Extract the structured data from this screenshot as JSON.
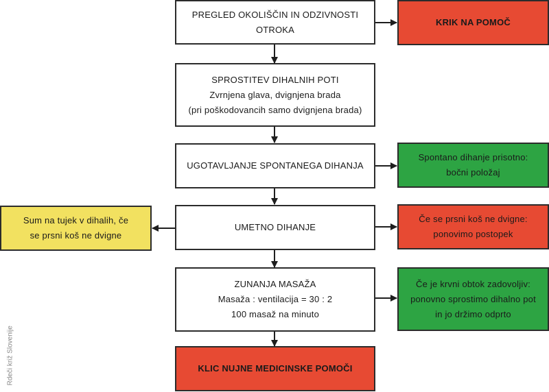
{
  "flowchart": {
    "main_steps": [
      {
        "id": "assess",
        "lines": [
          "PREGLED OKOLIŠČIN IN ODZIVNOSTI OTROKA"
        ]
      },
      {
        "id": "airway",
        "lines": [
          "SPROSTITEV DIHALNIH POTI",
          "Zvrnjena glava, dvignjena brada",
          "(pri poškodovancih samo dvignjena brada)"
        ]
      },
      {
        "id": "breathing",
        "lines": [
          "UGOTAVLJANJE SPONTANEGA DIHANJA"
        ]
      },
      {
        "id": "rescue-breathing",
        "lines": [
          "UMETNO DIHANJE"
        ]
      },
      {
        "id": "compressions",
        "lines": [
          "ZUNANJA MASAŽA",
          "Masaža : ventilacija = 30 : 2",
          "100 masaž na minuto"
        ]
      },
      {
        "id": "call-ems",
        "lines": [
          "KLIC NUJNE MEDICINSKE POMOČI"
        ]
      }
    ],
    "side_steps": [
      {
        "id": "shout-help",
        "color": "red",
        "lines": [
          "KRIK NA POMOČ"
        ]
      },
      {
        "id": "recovery-position",
        "color": "green",
        "lines": [
          "Spontano dihanje prisotno:",
          "bočni položaj"
        ]
      },
      {
        "id": "chest-not-rising",
        "color": "red",
        "lines": [
          "Če se prsni koš ne dvigne:",
          "ponovimo postopek"
        ]
      },
      {
        "id": "foreign-body",
        "color": "yellow",
        "lines": [
          "Sum na tujek v dihalih, če",
          "se prsni koš ne dvigne"
        ]
      },
      {
        "id": "circulation-ok",
        "color": "green",
        "lines": [
          "Če je krvni obtok zadovoljiv:",
          "ponovno sprostimo dihalno pot",
          "in jo držimo odprto"
        ]
      }
    ],
    "colors": {
      "red": "#e74a33",
      "green": "#2da443",
      "yellow": "#f2e160",
      "border": "#2b2b2b"
    }
  },
  "credit": "Rdeči križ Slovenije"
}
